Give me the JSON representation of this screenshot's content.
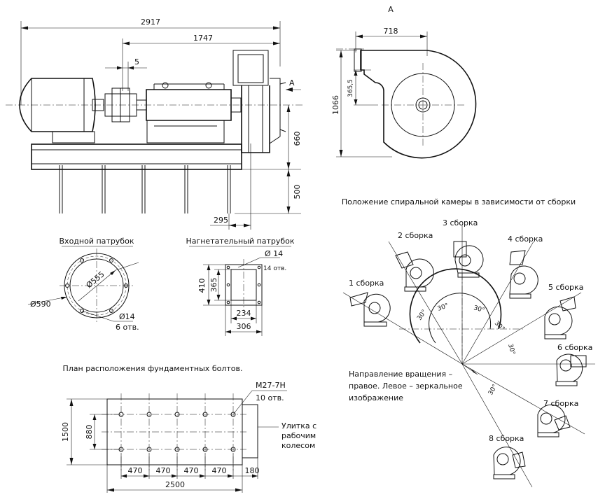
{
  "side_view": {
    "dim_total": "2917",
    "dim_fan": "1747",
    "dim_gap": "5",
    "dim_height_axis": "660",
    "dim_height_base": "500",
    "dim_offset": "295",
    "view_marker": "A"
  },
  "view_a": {
    "title": "A",
    "dim_width": "718",
    "dim_height": "1066",
    "dim_inlet": "365,5"
  },
  "inlet": {
    "title": "Входной патрубок",
    "dim_outer": "Ø590",
    "dim_inner": "Ø555",
    "dim_holes": "Ø14",
    "holes_count": "6 отв."
  },
  "outlet": {
    "title": "Нагнетательный патрубок",
    "dim_holes": "Ø 14",
    "holes_count": "14 отв.",
    "dim_h_outer": "410",
    "dim_h_inner": "365",
    "dim_w_inner": "234",
    "dim_w_outer": "306"
  },
  "foundation": {
    "title": "План расположения фундаментных болтов.",
    "bolt_spec": "М27-7Н",
    "bolt_count": "10 отв.",
    "dim_height": "1500",
    "dim_bolt_span": "880",
    "spacings": [
      "470",
      "470",
      "470",
      "470"
    ],
    "dim_end": "180",
    "dim_total": "2500",
    "note_lines": [
      "Улитка с",
      "рабочим",
      "колесом"
    ]
  },
  "spiral": {
    "title": "Положение спиральной камеры в зависимости от сборки",
    "assemblies": [
      "1 сборка",
      "2 сборка",
      "3 сборка",
      "4 сборка",
      "5 сборка",
      "6 сборка",
      "7 сборка",
      "8 сборка"
    ],
    "angle_label": "30°",
    "rotation_note": [
      "Направление вращения –",
      "правое. Левое – зеркальное",
      "изображение"
    ]
  }
}
